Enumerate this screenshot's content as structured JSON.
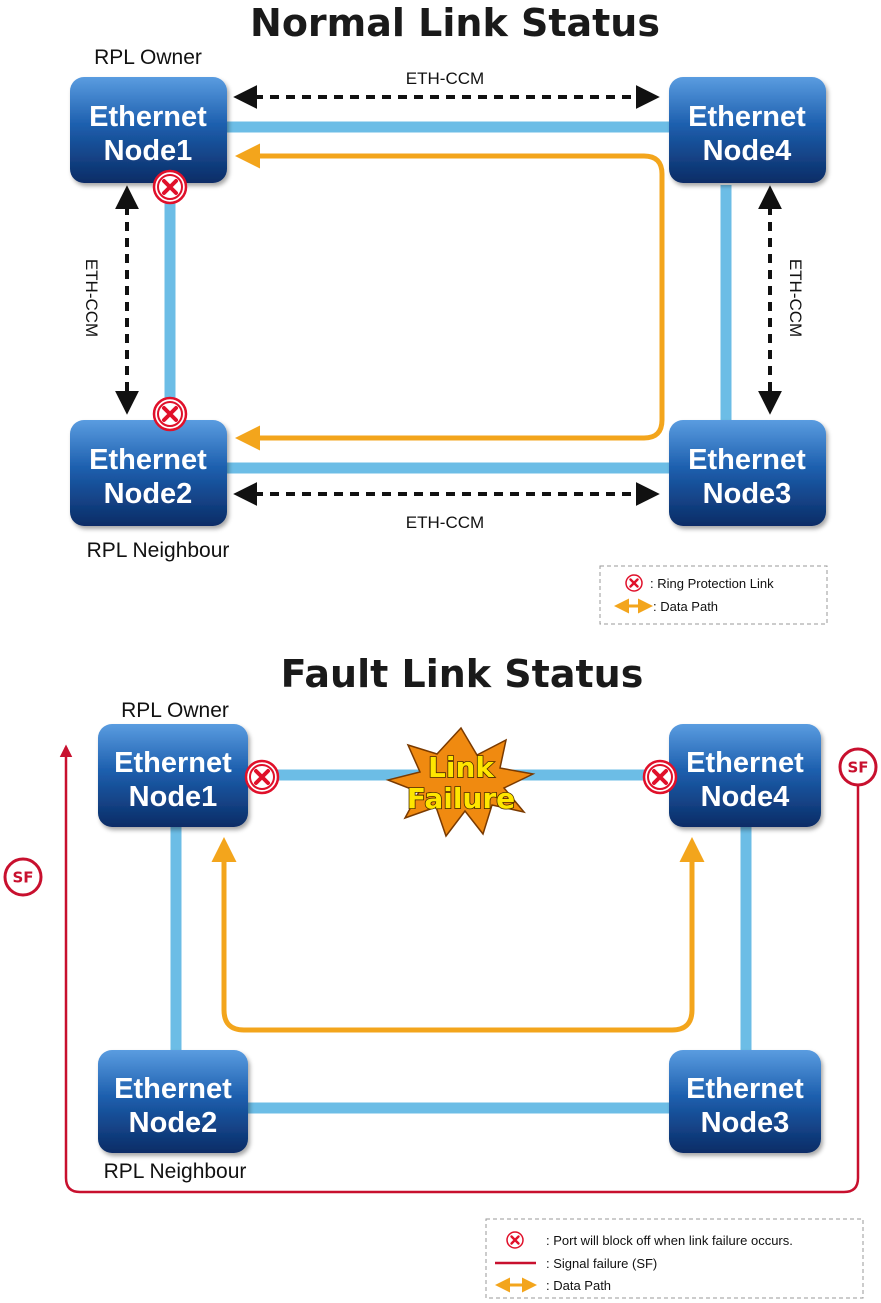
{
  "normal": {
    "title": "Normal Link Status",
    "rpl_owner": "RPL Owner",
    "rpl_neighbour": "RPL Neighbour",
    "ccm_top": "ETH-CCM",
    "ccm_bottom": "ETH-CCM",
    "ccm_left": "ETH-CCM",
    "ccm_right": "ETH-CCM",
    "nodes": {
      "node1": {
        "line1": "Ethernet",
        "line2": "Node1"
      },
      "node2": {
        "line1": "Ethernet",
        "line2": "Node2"
      },
      "node3": {
        "line1": "Ethernet",
        "line2": "Node3"
      },
      "node4": {
        "line1": "Ethernet",
        "line2": "Node4"
      }
    },
    "legend": {
      "ring_protection": ": Ring Protection Link",
      "data_path": ": Data Path"
    }
  },
  "fault": {
    "title": "Fault Link Status",
    "rpl_owner": "RPL Owner",
    "rpl_neighbour": "RPL Neighbour",
    "failure_line1": "Link",
    "failure_line2": "Failure",
    "sf_label": "SF",
    "nodes": {
      "node1": {
        "line1": "Ethernet",
        "line2": "Node1"
      },
      "node2": {
        "line1": "Ethernet",
        "line2": "Node2"
      },
      "node3": {
        "line1": "Ethernet",
        "line2": "Node3"
      },
      "node4": {
        "line1": "Ethernet",
        "line2": "Node4"
      }
    },
    "legend": {
      "port_block": ": Port will block off when link failure occurs.",
      "signal_failure": ": Signal failure (SF)",
      "data_path": ": Data Path"
    }
  },
  "icons": {
    "block": "x-circle-icon",
    "data_path": "double-arrow-icon",
    "signal_failure": "red-line-icon"
  },
  "colors": {
    "node_gradient_top": "#4f8fd3",
    "node_gradient_bottom": "#0c2f6a",
    "link": "#6cbde6",
    "data_path": "#f3a51c",
    "block_red": "#e0102a",
    "signal_failure": "#c8102e",
    "burst": "#f08a10"
  }
}
